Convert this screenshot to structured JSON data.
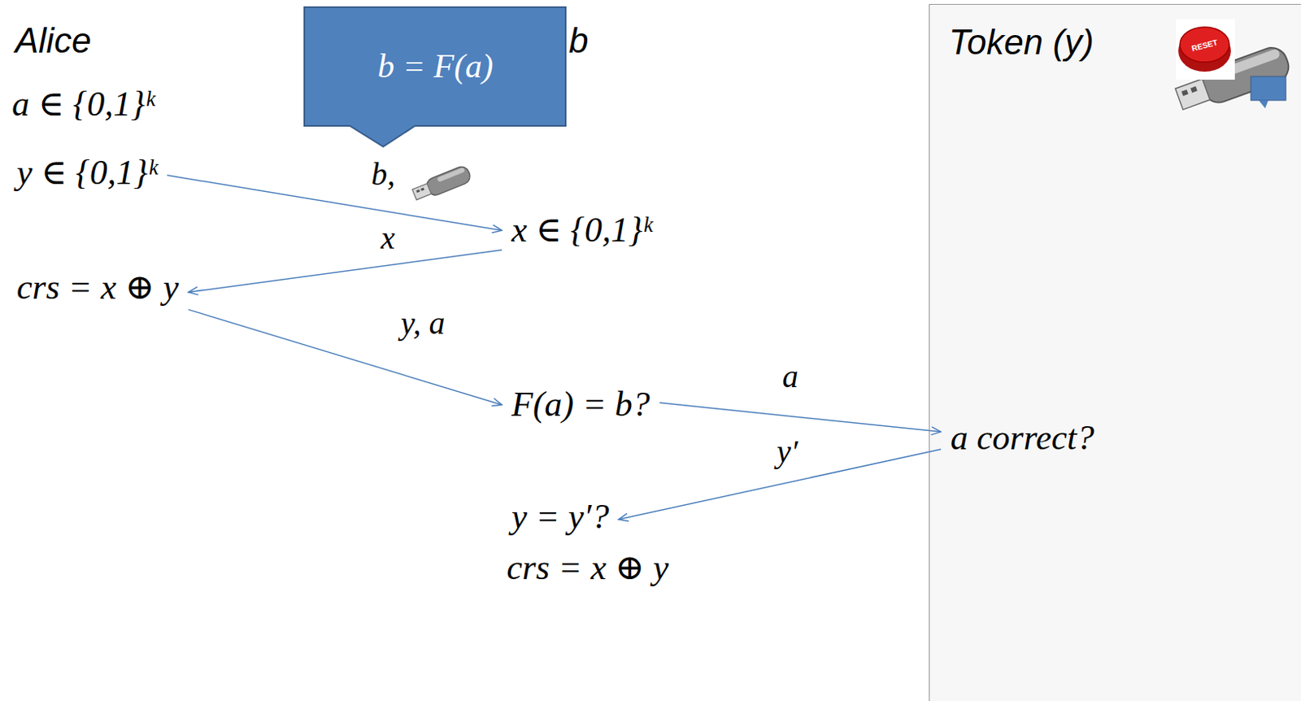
{
  "diagram": {
    "nodes": [
      {
        "text": [
          "b = F(a)"
        ]
      },
      {
        "text": [
          "y ∈ {0,1}ᵏ"
        ]
      },
      {
        "text": [
          "x ∈ {0,1}ᵏ"
        ]
      },
      {
        "text": [
          "crs = x ⊕ y"
        ]
      },
      {
        "text": [
          "Token (y)"
        ]
      },
      {
        "text": [
          "F(a) = b?"
        ]
      },
      {
        "text": [
          "a correct?"
        ],
        "in": 4
      },
      {
        "text": [
          "y = y′?"
        ]
      }
    ],
    "edges": [
      {
        "from": 1,
        "to": 2,
        "arrow": "to",
        "label": "b,"
      },
      {
        "from": 2,
        "to": 3,
        "arrow": "to",
        "label": "x"
      },
      {
        "from": 3,
        "to": 5,
        "arrow": "to",
        "label": "y, a"
      },
      {
        "from": 5,
        "to": 6,
        "arrow": "to",
        "label": "a"
      },
      {
        "from": 6,
        "to": 7,
        "arrow": "to",
        "label": "y′"
      }
    ],
    "labels": [
      "Alice",
      "b",
      "a ∈ {0,1}ᵏ",
      "crs = x ⊕ y",
      "RESET"
    ]
  }
}
